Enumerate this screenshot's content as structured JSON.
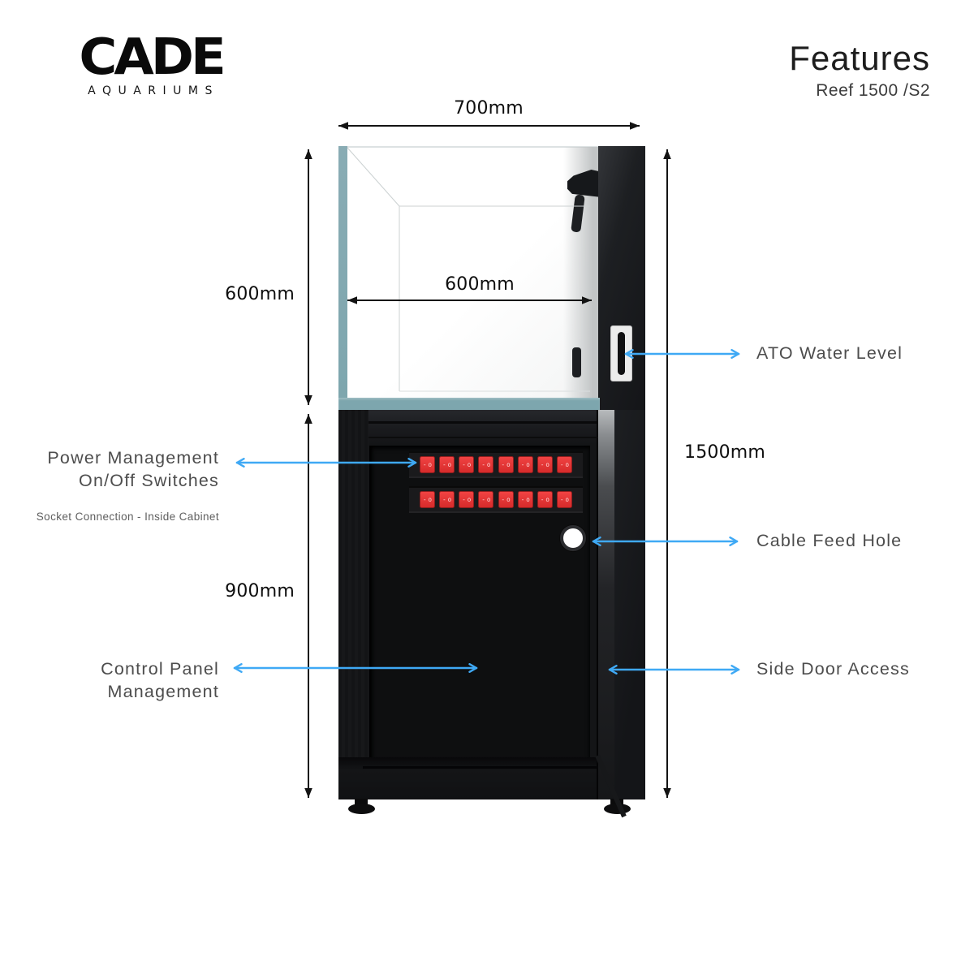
{
  "brand": {
    "name": "CADE",
    "sub": "AQUARIUMS"
  },
  "header": {
    "title": "Features",
    "subtitle": "Reef 1500 /S2"
  },
  "dims": {
    "top_width": "700mm",
    "tank_height": "600mm",
    "inner_width": "600mm",
    "total_height": "1500mm",
    "cabinet_height": "900mm"
  },
  "callouts": {
    "ato": "ATO Water Level",
    "power1": "Power Management",
    "power2": "On/Off Switches",
    "socket_note": "Socket Connection - Inside Cabinet",
    "cable": "Cable Feed Hole",
    "control1": "Control Panel",
    "control2": "Management",
    "side_door": "Side Door Access"
  },
  "switches": {
    "rows": 2,
    "per_row": 8,
    "mark_left": "-",
    "mark_right": "o"
  },
  "colors": {
    "accent": "#3fa9f5",
    "switch_red": "#e23232",
    "glass_teal": "#7da6ae",
    "cabinet_black": "#141517",
    "label_gray": "#4d4d4d",
    "dimension_line": "#131313"
  }
}
